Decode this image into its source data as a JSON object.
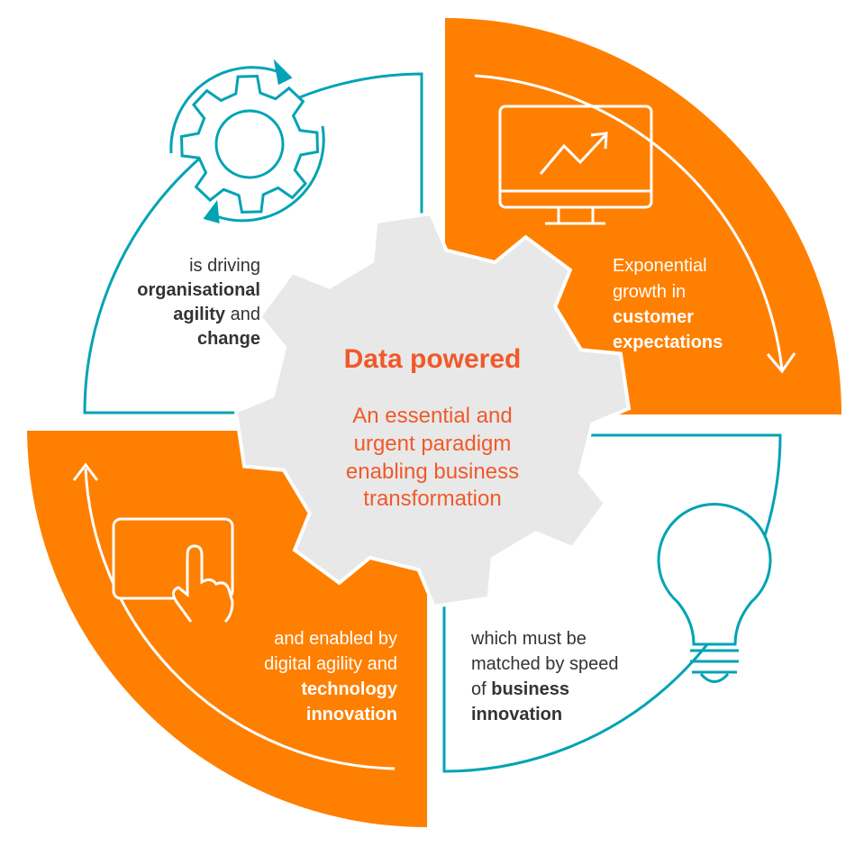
{
  "colors": {
    "orange": "#ff7f00",
    "teal": "#00a3b4",
    "gear": "#e8e8e8",
    "accent_text": "#f0592a",
    "dark_text": "#333333"
  },
  "center": {
    "title": "Data powered",
    "lines": [
      "An essential and",
      "urgent paradigm",
      "enabling business",
      "transformation"
    ]
  },
  "quadrants": {
    "top_left": {
      "icon": "gear-cycle-icon",
      "line1": "is driving",
      "line2": "organisational",
      "line3_bold": "agility",
      "line3_rest": " and",
      "line4": "change"
    },
    "top_right": {
      "icon": "monitor-chart-icon",
      "line1": "Exponential",
      "line2": "growth in",
      "line3": "customer",
      "line4": "expectations"
    },
    "bottom_left": {
      "icon": "touchscreen-hand-icon",
      "line1": "and enabled by",
      "line2": "digital agility and",
      "line3": "technology",
      "line4": "innovation"
    },
    "bottom_right": {
      "icon": "lightbulb-icon",
      "line1": "which must be",
      "line2": "matched by speed",
      "line3_pre": "of ",
      "line3_bold": "business",
      "line4": "innovation"
    }
  }
}
